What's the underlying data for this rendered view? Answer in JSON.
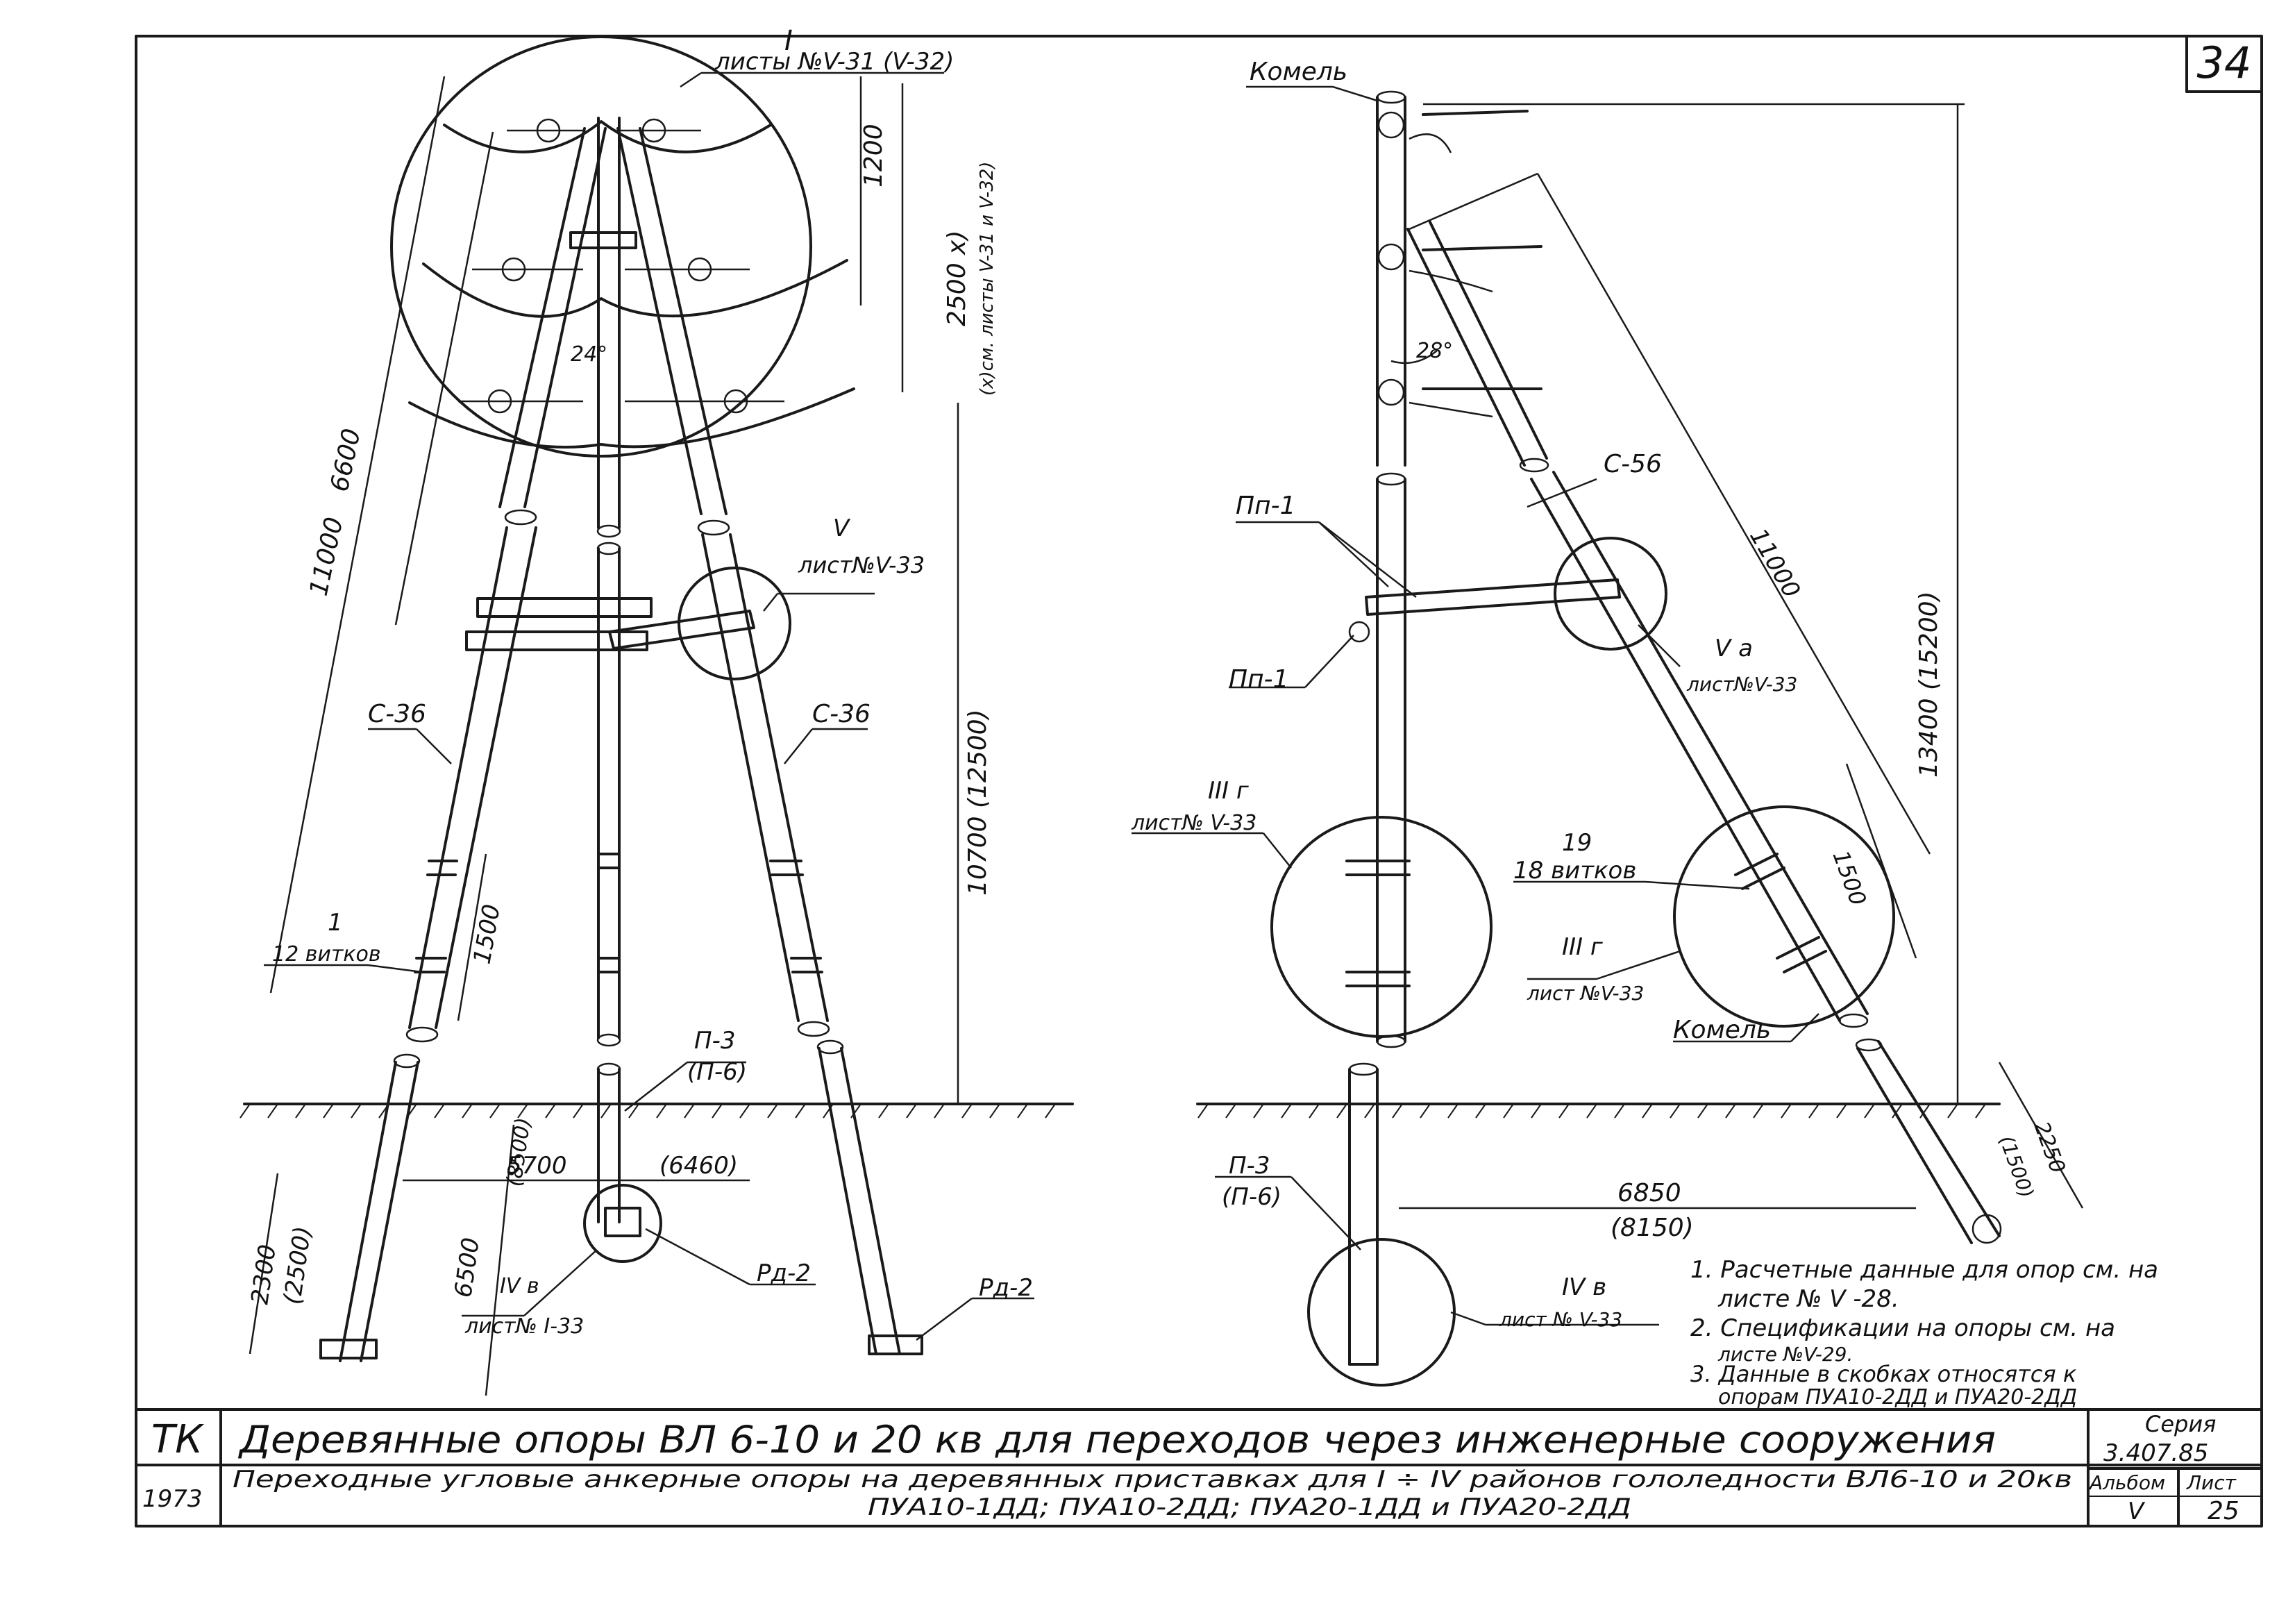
{
  "sheet_number": "34",
  "left_view": {
    "callout_I_num": "I",
    "callout_I_ref": "листы №V-31 (V-32)",
    "dim_1200": "1200",
    "dim_2500": "2500 x)",
    "dim_2500_note": "(x)см. листы V-31 и V-32)",
    "angle_24": "24°",
    "dim_6600": "6600",
    "dim_11000": "11000",
    "callout_V_num": "V",
    "callout_V_ref": "лист№V-33",
    "label_c36_left": "С-36",
    "label_c36_right": "С-36",
    "dim_10700": "10700 (12500)",
    "label_1": "1",
    "label_12turns": "12 витков",
    "dim_1500": "1500",
    "label_p3": "П-3",
    "label_p6": "(П-6)",
    "dim_8500": "(8500)",
    "dim_5700": "5700",
    "dim_6460": "(6460)",
    "dim_2300": "2300",
    "dim_2500b": "(2500)",
    "dim_6500": "6500",
    "callout_IVb_num": "IV в",
    "callout_IVb_ref": "лист№ I-33",
    "label_rg2_center": "Рд-2",
    "label_rg2_right": "Рд-2"
  },
  "right_view": {
    "label_komel_top": "Комель",
    "angle_28": "28°",
    "label_c56": "С-56",
    "label_pp1_top": "Пп-1",
    "label_pp1_bottom": "Пп-1",
    "callout_Va_num": "V а",
    "callout_Va_ref": "лист№V-33",
    "dim_11000": "11000",
    "dim_13400": "13400 (15200)",
    "callout_IIIg_left_num": "III г",
    "callout_IIIg_left_ref": "лист№ V-33",
    "label_19": "19",
    "label_18turns": "18 витков",
    "dim_1500": "1500",
    "callout_IIIg_right_num": "III г",
    "callout_IIIg_right_ref": "лист №V-33",
    "label_komel_bottom": "Комель",
    "dim_2250": "2250",
    "dim_1500b": "(1500)",
    "dim_6850": "6850",
    "dim_8150": "(8150)",
    "label_p3": "П-3",
    "label_p6": "(П-6)",
    "callout_IVb_num": "IV в",
    "callout_IVb_ref": "лист № V-33"
  },
  "notes": [
    "1. Расчетные данные для опор см. на",
    "листе № V -28.",
    "2. Спецификации на опоры см. на",
    "листе №V-29.",
    "3. Данные в скобках относятся к",
    "опорам ПУА10-2ДД и ПУА20-2ДД"
  ],
  "title_block": {
    "org": "ТК",
    "year": "1973",
    "title": "Деревянные опоры ВЛ 6-10 и 20 кв для переходов через инженерные сооружения",
    "subtitle_line1": "Переходные угловые анкерные опоры на деревянных приставках для I ÷ IV районов гололедности ВЛ6-10 и 20кв",
    "subtitle_line2": "ПУА10-1ДД; ПУА10-2ДД; ПУА20-1ДД и ПУА20-2ДД",
    "series_label": "Серия",
    "series_value": "3.407.85",
    "album_label": "Альбом",
    "album_value": "V",
    "sheet_label": "Лист",
    "sheet_value": "25"
  }
}
